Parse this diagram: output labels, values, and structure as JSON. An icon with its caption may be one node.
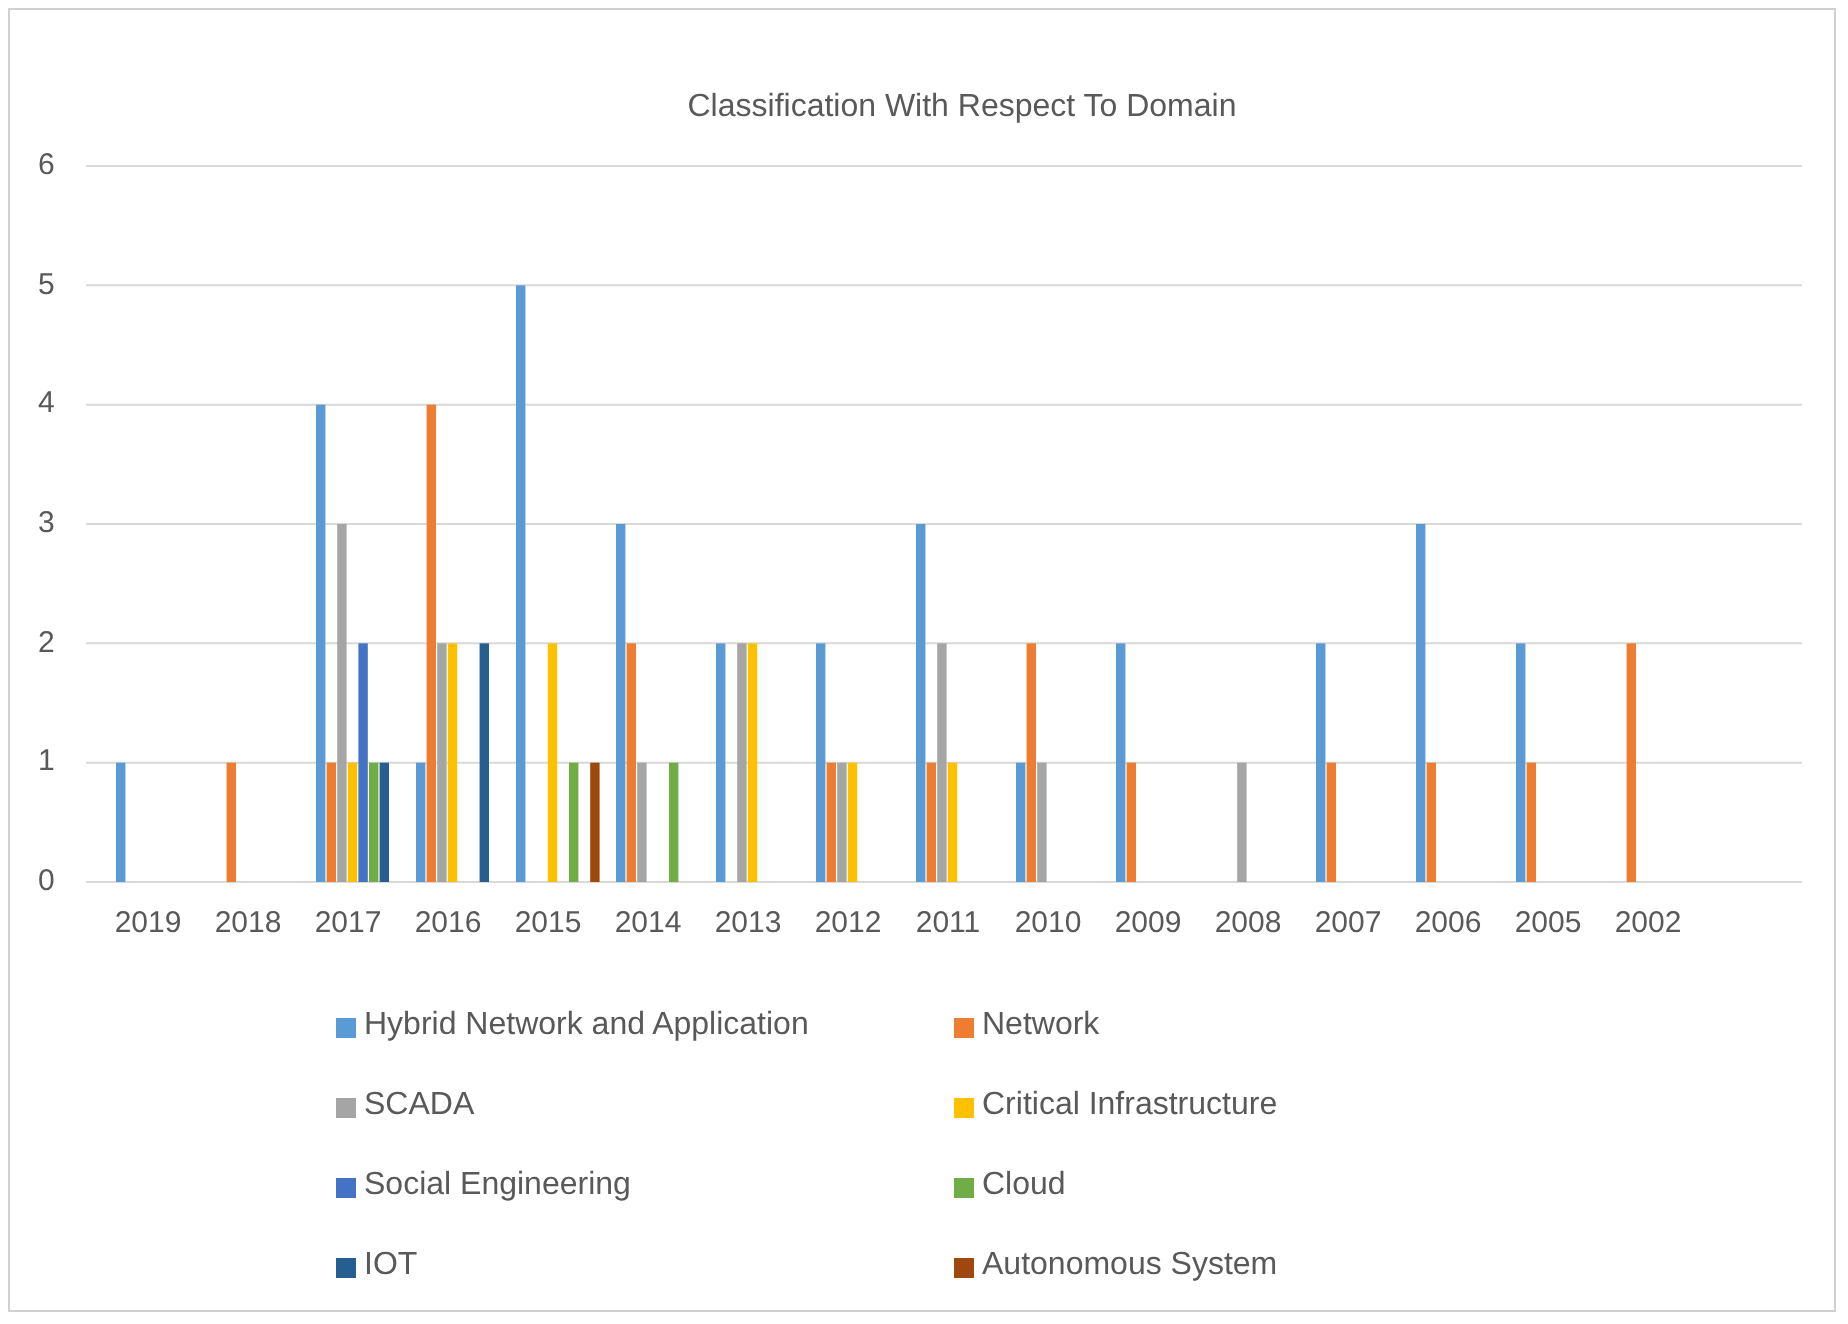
{
  "diagram": {
    "chart_data": {
      "type": "bar",
      "title": "Classification With Respect To Domain",
      "categories": [
        "2019",
        "2018",
        "2017",
        "2016",
        "2015",
        "2014",
        "2013",
        "2012",
        "2011",
        "2010",
        "2009",
        "2008",
        "2007",
        "2006",
        "2005",
        "2002"
      ],
      "series": [
        {
          "name": "Hybrid Network and Application",
          "color": "#5b9bd5",
          "values": [
            1,
            0,
            4,
            1,
            5,
            3,
            2,
            2,
            3,
            1,
            2,
            0,
            2,
            3,
            2,
            0
          ]
        },
        {
          "name": "Network",
          "color": "#ed7d31",
          "values": [
            0,
            1,
            1,
            4,
            0,
            2,
            0,
            1,
            1,
            2,
            1,
            0,
            1,
            1,
            1,
            2
          ]
        },
        {
          "name": "SCADA",
          "color": "#a5a5a5",
          "values": [
            0,
            0,
            3,
            2,
            0,
            1,
            2,
            1,
            2,
            1,
            0,
            1,
            0,
            0,
            0,
            0
          ]
        },
        {
          "name": "Critical Infrastructure",
          "color": "#ffc000",
          "values": [
            0,
            0,
            1,
            2,
            2,
            0,
            2,
            1,
            1,
            0,
            0,
            0,
            0,
            0,
            0,
            0
          ]
        },
        {
          "name": "Social Engineering",
          "color": "#4472c4",
          "values": [
            0,
            0,
            2,
            0,
            0,
            0,
            0,
            0,
            0,
            0,
            0,
            0,
            0,
            0,
            0,
            0
          ]
        },
        {
          "name": "Cloud",
          "color": "#70ad47",
          "values": [
            0,
            0,
            1,
            0,
            1,
            1,
            0,
            0,
            0,
            0,
            0,
            0,
            0,
            0,
            0,
            0
          ]
        },
        {
          "name": "IOT",
          "color": "#255e91",
          "values": [
            0,
            0,
            1,
            2,
            0,
            0,
            0,
            0,
            0,
            0,
            0,
            0,
            0,
            0,
            0,
            0
          ]
        },
        {
          "name": "Autonomous System",
          "color": "#9e480e",
          "values": [
            0,
            0,
            0,
            0,
            1,
            0,
            0,
            0,
            0,
            0,
            0,
            0,
            0,
            0,
            0,
            0
          ]
        }
      ],
      "ylim": [
        0,
        6
      ],
      "yticks": [
        0,
        1,
        2,
        3,
        4,
        5,
        6
      ],
      "grid": true,
      "legend": true
    }
  }
}
